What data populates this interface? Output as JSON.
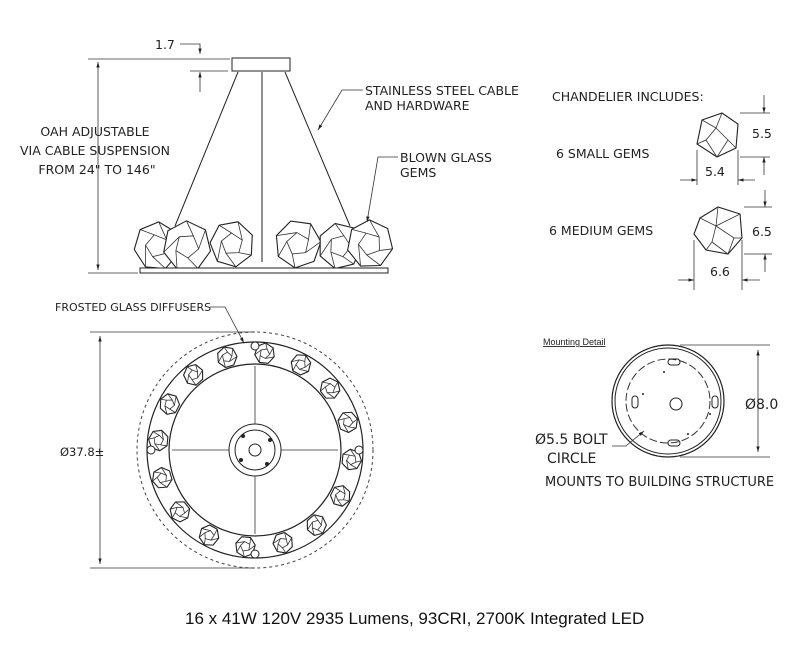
{
  "side_view": {
    "canopy_height": "1.7",
    "oah_lines": [
      "OAH ADJUSTABLE",
      "VIA CABLE SUSPENSION",
      "FROM 24\" TO 146\""
    ],
    "cable_label": [
      "STAINLESS STEEL CABLE",
      "AND HARDWARE"
    ],
    "gems_label": [
      "BLOWN GLASS",
      "GEMS"
    ]
  },
  "includes": {
    "title": "CHANDELIER INCLUDES:",
    "small": {
      "label": "6 SMALL GEMS",
      "height": "5.5",
      "width": "5.4"
    },
    "medium": {
      "label": "6 MEDIUM GEMS",
      "height": "6.5",
      "width": "6.6"
    }
  },
  "bottom_view": {
    "diffusers_label": "FROSTED GLASS DIFFUSERS",
    "diameter": "Ø37.8±"
  },
  "mounting": {
    "title": "Mounting Detail",
    "diameter": "Ø8.0",
    "bolt_circle": [
      "Ø5.5 BOLT",
      "CIRCLE"
    ],
    "note": "MOUNTS TO BUILDING STRUCTURE"
  },
  "caption": "16 x 41W 120V 2935 Lumens, 93CRI, 2700K Integrated LED"
}
